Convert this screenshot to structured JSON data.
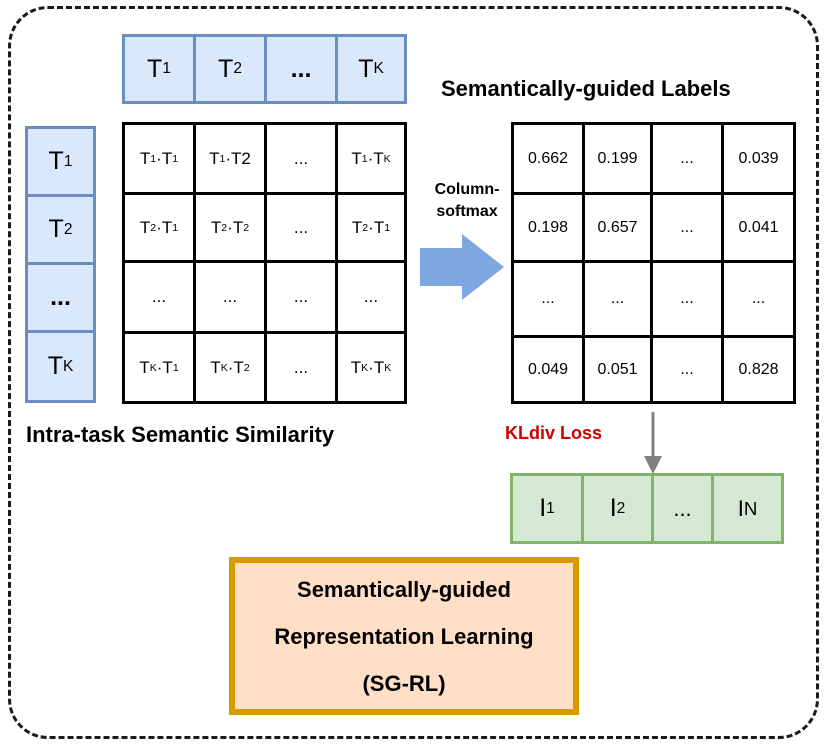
{
  "top_tokens": [
    {
      "base": "T",
      "sub": "1"
    },
    {
      "base": "T",
      "sub": "2"
    },
    {
      "base": "...",
      "sub": ""
    },
    {
      "base": "T",
      "sub": "K"
    }
  ],
  "left_tokens": [
    {
      "base": "T",
      "sub": "1"
    },
    {
      "base": "T",
      "sub": "2"
    },
    {
      "base": "...",
      "sub": ""
    },
    {
      "base": "T",
      "sub": "K"
    }
  ],
  "similarity_matrix": [
    [
      {
        "a": "T",
        "as": "1",
        "b": "T",
        "bs": "1"
      },
      {
        "a": "T",
        "as": "1",
        "b": "T2",
        "bs": ""
      },
      {
        "text": "..."
      },
      {
        "a": "T",
        "as": "1",
        "b": "T",
        "bs": "K"
      }
    ],
    [
      {
        "a": "T",
        "as": "2",
        "b": "T",
        "bs": "1"
      },
      {
        "a": "T",
        "as": "2",
        "b": "T",
        "bs": "2"
      },
      {
        "text": "..."
      },
      {
        "a": "T",
        "as": "2",
        "b": "T",
        "bs": "1"
      }
    ],
    [
      {
        "text": "..."
      },
      {
        "text": "..."
      },
      {
        "text": "..."
      },
      {
        "text": "..."
      }
    ],
    [
      {
        "a": "T",
        "as": "K",
        "b": "T",
        "bs": "1"
      },
      {
        "a": "T",
        "as": "K",
        "b": "T",
        "bs": "2"
      },
      {
        "text": "..."
      },
      {
        "a": "T",
        "as": "K",
        "b": "T",
        "bs": "K"
      }
    ]
  ],
  "similarity_title": "Intra-task Semantic Similarity",
  "arrow_label_line1": "Column-",
  "arrow_label_line2": "softmax",
  "labels_title": "Semantically-guided Labels",
  "labels_matrix": [
    [
      "0.662",
      "0.199",
      "...",
      "0.039"
    ],
    [
      "0.198",
      "0.657",
      "...",
      "0.041"
    ],
    [
      "...",
      "...",
      "...",
      "..."
    ],
    [
      "0.049",
      "0.051",
      "...",
      "0.828"
    ]
  ],
  "loss_label": "KLdiv Loss",
  "image_tokens": [
    {
      "base": "I",
      "sub": "1"
    },
    {
      "base": "I",
      "sub": "2"
    },
    {
      "base": "...",
      "sub": ""
    },
    {
      "base": "I",
      "sub": "N"
    }
  ],
  "module_box": {
    "line1": "Semantically-guided",
    "line2": "Representation Learning",
    "line3": "(SG-RL)"
  },
  "colors": {
    "token_blue_fill": "#dae8fc",
    "token_blue_border": "#6c8ebf",
    "token_green_fill": "#d5e8d4",
    "token_green_border": "#82b366",
    "arrow_blue": "#7ea6e0",
    "loss_red": "#cc0000",
    "module_fill": "#ffe0c6",
    "module_border": "#d79b00"
  }
}
